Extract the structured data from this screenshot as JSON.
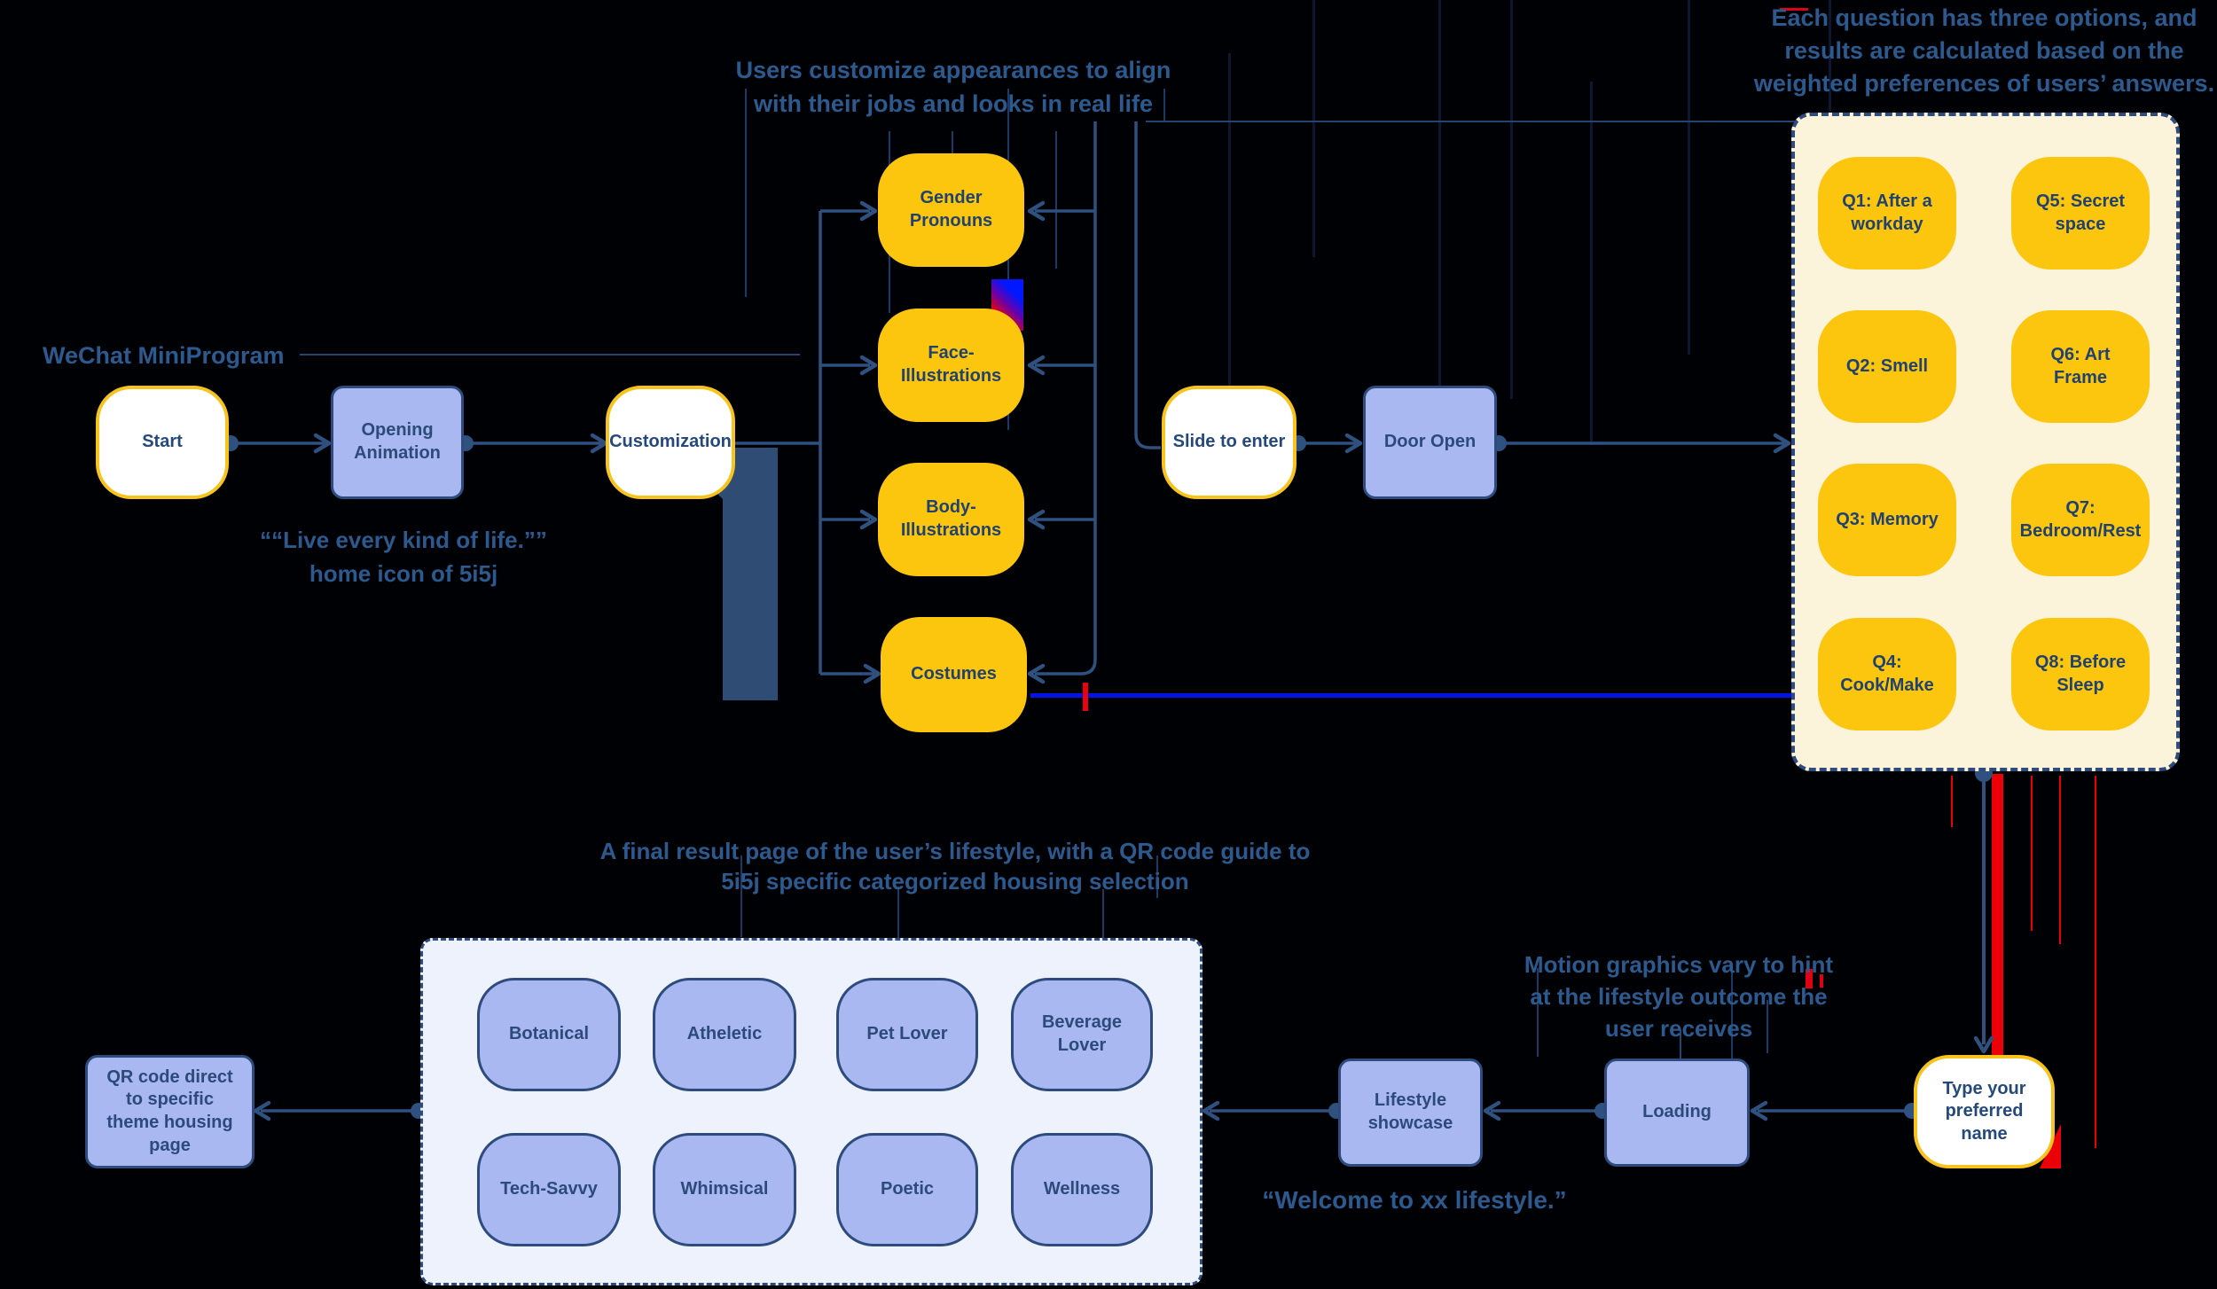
{
  "annotations": {
    "wechat": "WeChat MiniProgram",
    "customize": [
      "Users customize appearances to align",
      "with their jobs and looks in real life"
    ],
    "weighted": [
      "Each question has three options, and",
      "results are calculated based on the",
      "weighted preferences of users’ answers."
    ],
    "quote": [
      "““Live every kind of life.””",
      "home icon of 5i5j"
    ],
    "final_result": [
      "A final result page of the user’s lifestyle, with a QR code guide to",
      "5i5j specific categorized housing selection"
    ],
    "motion": [
      "Motion graphics vary to hint",
      "at the lifestyle outcome the",
      "user receives"
    ],
    "welcome": "“Welcome to xx lifestyle.”"
  },
  "flow": {
    "start": "Start",
    "opening": "Opening Animation",
    "customization": "Customization",
    "gender": "Gender Pronouns",
    "face": "Face-Illustrations",
    "body": "Body-Illustrations",
    "costumes": "Costumes",
    "slide": "Slide to enter",
    "door": "Door Open",
    "type_name": "Type your preferred name",
    "loading": "Loading",
    "lifestyle": "Lifestyle showcase",
    "qr": "QR code direct to specific theme housing page"
  },
  "questions": [
    "Q1: After a workday",
    "Q2: Smell",
    "Q3: Memory",
    "Q4: Cook/Make",
    "Q5: Secret space",
    "Q6: Art Frame",
    "Q7: Bedroom/Rest",
    "Q8: Before Sleep"
  ],
  "lifestyles": [
    "Botanical",
    "Atheletic",
    "Pet Lover",
    "Beverage Lover",
    "Tech-Savvy",
    "Whimsical",
    "Poetic",
    "Wellness"
  ],
  "colors": {
    "background": "#000104",
    "node_yellow": "#fcc60e",
    "node_periwinkle": "#a9b8f0",
    "node_white_border": "#f6c41d",
    "navy_line": "#2e5180",
    "navy_text": "#2d5a8e",
    "question_panel": "#fbf3da",
    "result_panel": "#edf2fd",
    "glitch_red": "#ec0008",
    "glitch_blue": "#0014e6"
  }
}
